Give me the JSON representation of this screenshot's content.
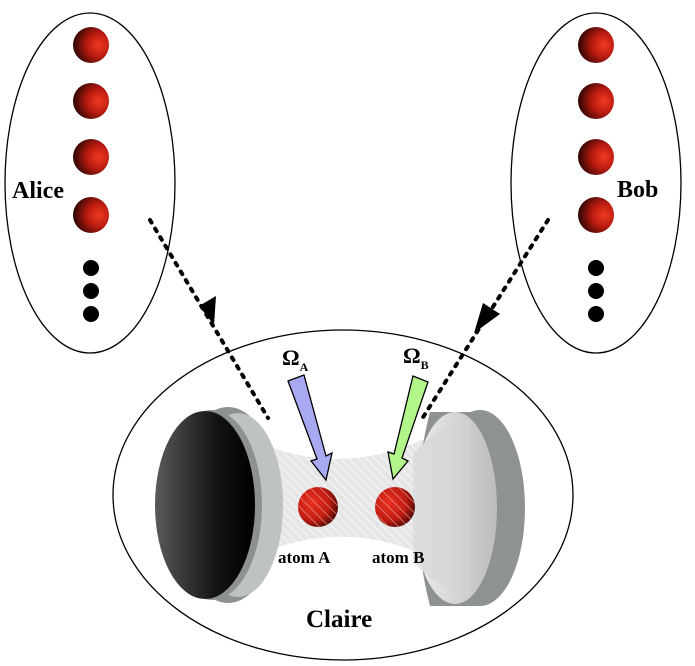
{
  "labels": {
    "alice": "Alice",
    "bob": "Bob",
    "claire": "Claire",
    "atom_a": "atom A",
    "atom_b": "atom B",
    "omega_a": "Ω",
    "omega_a_sub": "A",
    "omega_b": "Ω",
    "omega_b_sub": "B"
  },
  "colors": {
    "atom_red": "#d7261b",
    "atom_dark": "#2a0603",
    "beam_a": "#a9a9f2",
    "beam_b": "#b2f58a",
    "mirror_dark": "#1a1a1a",
    "mirror_rim": "#8c9090",
    "mirror_light": "#d8d8d8",
    "cavity_mode": "#e8e8e8"
  },
  "icons": {
    "red_sphere": "red-sphere-icon",
    "black_dot": "black-dot-icon",
    "dotted_arrow": "dotted-arrow-icon"
  }
}
